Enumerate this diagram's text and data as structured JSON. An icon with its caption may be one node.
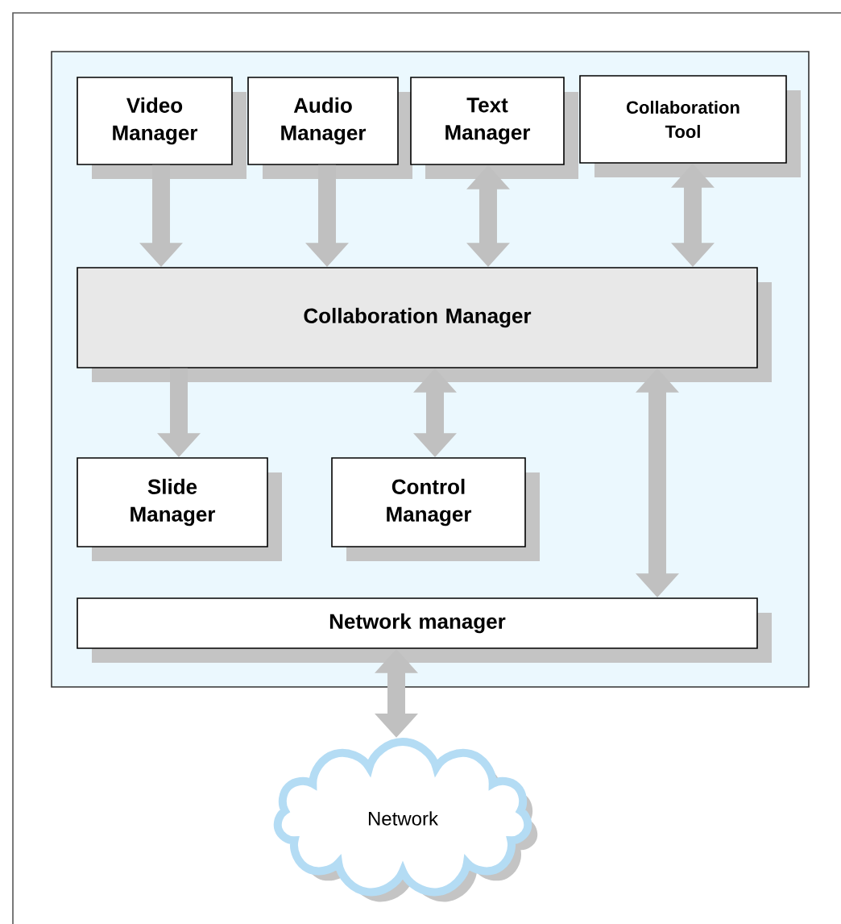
{
  "diagram": {
    "nodes": [
      {
        "text": [],
        "shape": "box"
      },
      {
        "text": [
          "Video Manager"
        ],
        "in": 0
      },
      {
        "text": [
          "Audio Manager"
        ],
        "in": 0
      },
      {
        "text": [
          "Text Manager"
        ],
        "in": 0
      },
      {
        "text": [
          "Collaboration Tool"
        ],
        "in": 0
      },
      {
        "text": [
          "Collaboration Manager"
        ],
        "in": 0
      },
      {
        "text": [
          "Slide Manager"
        ],
        "in": 0
      },
      {
        "text": [
          "Control Manager"
        ],
        "in": 0
      },
      {
        "text": [
          "Network manager"
        ],
        "in": 0
      },
      {
        "text": [
          "Network"
        ]
      }
    ],
    "edges": [
      {
        "from": 1,
        "to": 5,
        "arrow": "to"
      },
      {
        "from": 2,
        "to": 5,
        "arrow": "to"
      },
      {
        "from": 3,
        "to": 5,
        "arrow": "both"
      },
      {
        "from": 4,
        "to": 5,
        "arrow": "both"
      },
      {
        "from": 5,
        "to": 6,
        "arrow": "to"
      },
      {
        "from": 5,
        "to": 7,
        "arrow": "both"
      },
      {
        "from": 5,
        "to": 8,
        "arrow": "both"
      },
      {
        "from": 8,
        "to": 9,
        "arrow": "both"
      }
    ]
  }
}
